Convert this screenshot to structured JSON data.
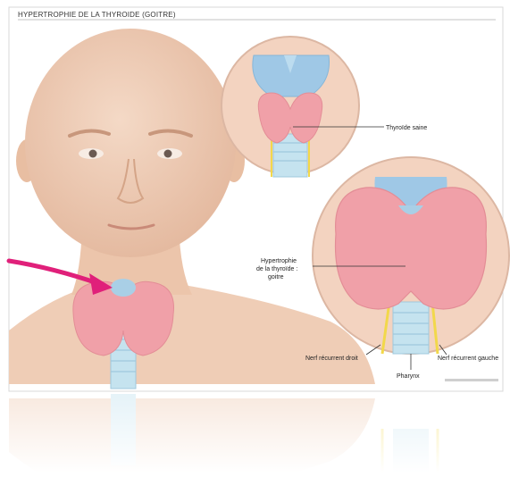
{
  "diagram": {
    "title": "HYPERTROPHIE DE LA THYROIDE (GOITRE)",
    "labels": {
      "healthy_thyroid": "Thyroïde saine",
      "goitre_line1": "Hypertrophie",
      "goitre_line2": "de la thyroïde :",
      "goitre_line3": "goitre",
      "nerve_right": "Nerf récurrent droit",
      "nerve_left": "Nerf récurrent gauche",
      "pharynx": "Pharynx"
    },
    "colors": {
      "skin": "#efcdb6",
      "skin_shadow": "#e3b89d",
      "thyroid": "#f0a0a8",
      "thyroid_dark": "#e88a93",
      "cartilage": "#9fc8e6",
      "trachea": "#c5e3ef",
      "nerve": "#f2d84a",
      "arrow": "#e0207a"
    }
  }
}
